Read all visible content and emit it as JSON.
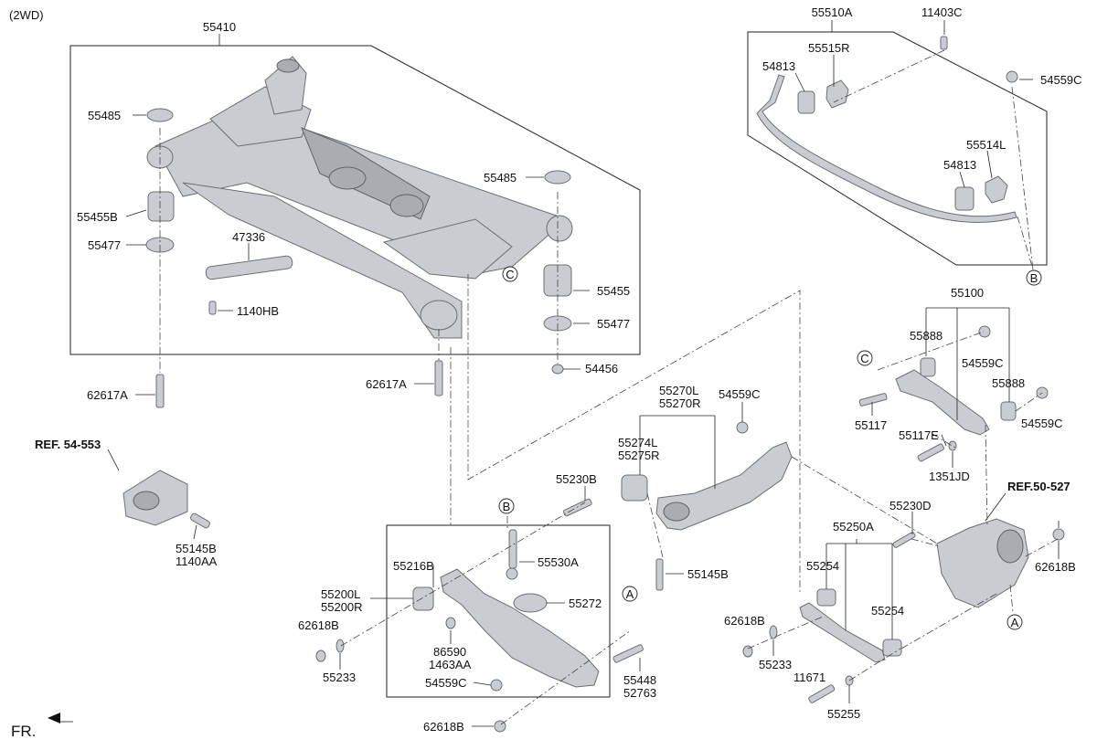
{
  "diagram": {
    "variant_note": "(2WD)",
    "front_label": "FR.",
    "references": {
      "ref_54_553": "REF. 54-553",
      "ref_50_527": "REF.50-527"
    },
    "circle_markers": {
      "a": "A",
      "b": "B",
      "c": "C"
    },
    "part_numbers": {
      "p55410": "55410",
      "p55485_left": "55485",
      "p55455b": "55455B",
      "p55477_left": "55477",
      "p47336": "47336",
      "p1140hb": "1140HB",
      "p55485_right": "55485",
      "p55455": "55455",
      "p55477_right": "55477",
      "p54456": "54456",
      "p62617a_left": "62617A",
      "p62617a_center": "62617A",
      "p55145b_left": "55145B",
      "p1140aa": "1140AA",
      "p55510a": "55510A",
      "p11403c": "11403C",
      "p55515r": "55515R",
      "p54813_top": "54813",
      "p54559c_top": "54559C",
      "p55514l": "55514L",
      "p54813_bottom": "54813",
      "p55100": "55100",
      "p55888_top": "55888",
      "p54559c_mid": "54559C",
      "p55888_bottom": "55888",
      "p54559c_right": "54559C",
      "p55117": "55117",
      "p55117e": "55117E",
      "p1351jd": "1351JD",
      "p55270l": "55270L",
      "p55270r": "55270R",
      "p54559c_trail": "54559C",
      "p55274l": "55274L",
      "p55275r": "55275R",
      "p55145b_center": "55145B",
      "p55230b": "55230B",
      "p55216b": "55216B",
      "p55530a": "55530A",
      "p55272": "55272",
      "p55200l": "55200L",
      "p55200r": "55200R",
      "p62618b_left": "62618B",
      "p55233_left": "55233",
      "p86590": "86590",
      "p1463aa": "1463AA",
      "p54559c_lower": "54559C",
      "p55448": "55448",
      "p52763": "52763",
      "p62618b_bottom": "62618B",
      "p55230d": "55230D",
      "p55250a": "55250A",
      "p55254_left": "55254",
      "p55254_right": "55254",
      "p62618b_mid": "62618B",
      "p55233_right": "55233",
      "p11671": "11671",
      "p55255": "55255",
      "p62618b_right": "62618B"
    }
  }
}
